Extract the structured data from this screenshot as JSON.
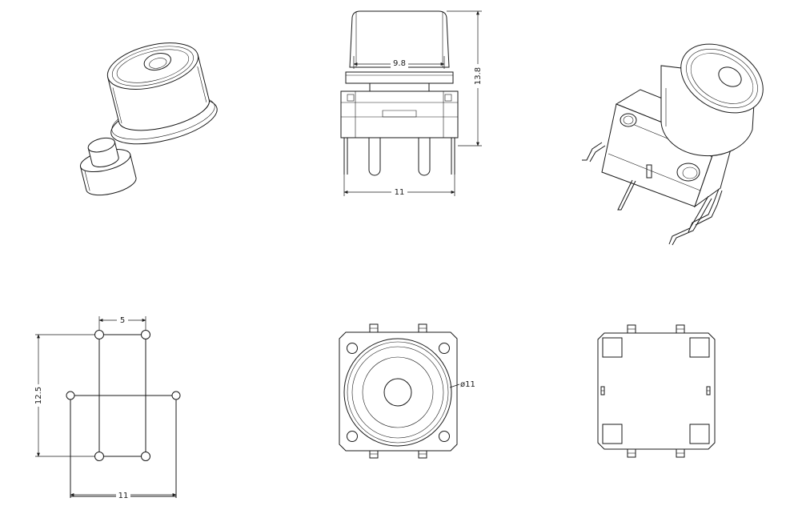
{
  "drawing": {
    "front_view": {
      "cap_width": "9.8",
      "height": "13.8",
      "body_width": "11"
    },
    "footprint": {
      "pin_pitch_x": "5",
      "pin_pitch_y": "12.5",
      "outline_width": "11"
    },
    "top_view": {
      "cap_diameter": "ø11"
    }
  },
  "colors": {
    "line": "#1a1a1a",
    "background": "#ffffff"
  }
}
